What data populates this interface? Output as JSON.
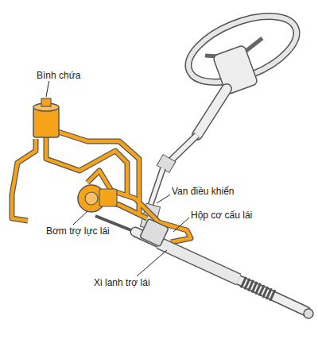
{
  "diagram": {
    "labels": [
      "Bình chứa",
      "Van điều khiển",
      "Hộp cơ cấu lái",
      "Bơm trợ lực lái",
      "Xi lanh trợ lái"
    ]
  }
}
